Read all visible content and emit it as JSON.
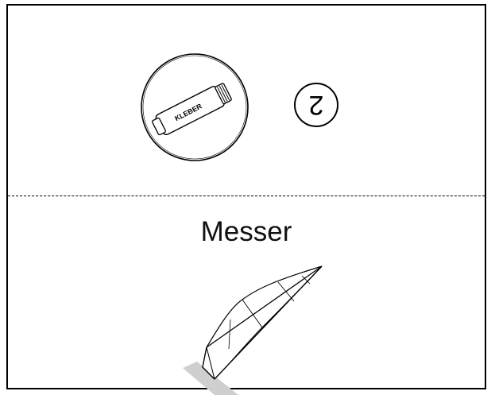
{
  "step_number": "2",
  "glue_stick_text": "KLEBER",
  "tool_label": "Messer",
  "icons": [
    "glue-stick-icon",
    "knife-icon"
  ],
  "colors": {
    "line": "#000000",
    "cut_shadow": "#cfcfcf"
  }
}
